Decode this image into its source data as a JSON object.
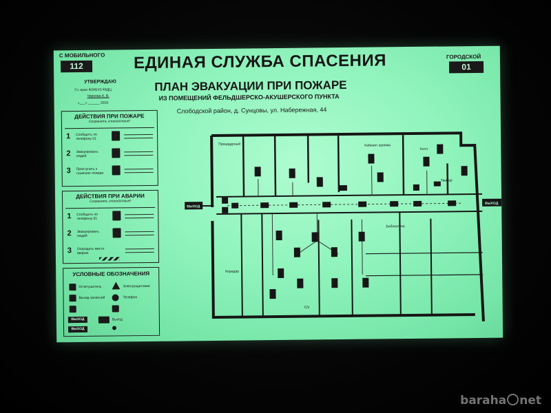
{
  "header": {
    "mobile_label": "С МОБИЛЬНОГО",
    "mobile_number": "112",
    "city_label": "ГОРОДСКОЙ",
    "city_number": "01",
    "title": "ЕДИНАЯ СЛУЖБА СПАСЕНИЯ"
  },
  "approve": {
    "label": "УТВЕРЖДАЮ",
    "position": "Гл. врач КОКБУЗ ККДЦ",
    "name": "Чернова А. В.",
    "date": "«___» ______ 2016"
  },
  "plan": {
    "title": "ПЛАН ЭВАКУАЦИИ ПРИ ПОЖАРЕ",
    "subtitle": "ИЗ ПОМЕЩЕНИЙ ФЕЛЬДШЕРСКО-АКУШЕРСКОГО ПУНКТА",
    "address": "Слободской район, д. Сунцовы, ул. Набережная, 44",
    "exit_left": "ВЫХОД",
    "exit_right": "ВЫХОД",
    "rooms": [
      "Процедурный",
      "Кабинет приема",
      "Холл",
      "Тамбур",
      "Коридор",
      "С/у",
      "Библиотека"
    ]
  },
  "fire_actions": {
    "title": "ДЕЙСТВИЯ ПРИ ПОЖАРЕ",
    "subtitle": "Сохранять спокойствие!",
    "steps": [
      {
        "num": "1",
        "text": "Сообщить по телефону 01"
      },
      {
        "num": "2",
        "text": "Эвакуировать людей"
      },
      {
        "num": "3",
        "text": "Приступить к тушению пожара"
      }
    ]
  },
  "accident_actions": {
    "title": "ДЕЙСТВИЯ ПРИ АВАРИИ",
    "subtitle": "Сохранять спокойствие!",
    "steps": [
      {
        "num": "1",
        "text": "Сообщить по телефону 01"
      },
      {
        "num": "2",
        "text": "Эвакуировать людей"
      },
      {
        "num": "3",
        "text": "Огородить место аварии"
      }
    ]
  },
  "legend": {
    "title": "УСЛОВНЫЕ ОБОЗНАЧЕНИЯ",
    "exit_label": "ВЫХОД",
    "exit_label_2": "ВЫХОД",
    "items": [
      "Огнетушитель",
      "Электрощитовая",
      "Выход запасной",
      "Телефон",
      "Выход"
    ]
  },
  "watermark": {
    "prefix": "baraha",
    "suffix": "net"
  }
}
